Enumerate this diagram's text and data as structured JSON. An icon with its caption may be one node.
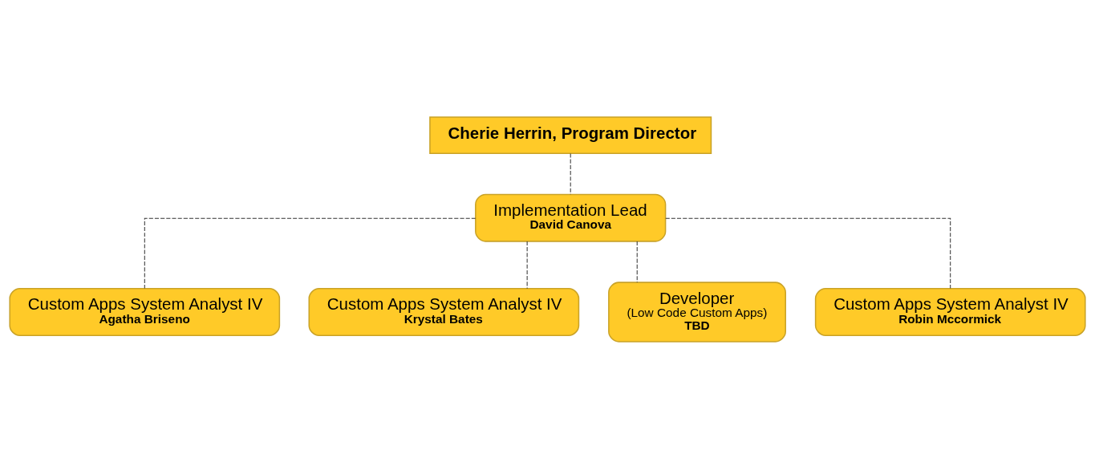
{
  "diagram": {
    "nodes": [
      {
        "text": [
          "Cherie Herrin, Program Director"
        ]
      },
      {
        "text": [
          "Implementation Lead",
          "David Canova"
        ]
      },
      {
        "text": [
          "Custom Apps System Analyst IV",
          "Agatha Briseno"
        ]
      },
      {
        "text": [
          "Custom Apps System Analyst IV",
          "Krystal Bates"
        ]
      },
      {
        "text": [
          "Developer",
          "(Low Code Custom Apps)",
          "TBD"
        ]
      },
      {
        "text": [
          "Custom Apps System Analyst IV",
          "Robin Mccormick"
        ]
      }
    ],
    "edges": [
      {
        "from": 0,
        "to": 1,
        "arrow": "none",
        "style": "dashed"
      },
      {
        "from": 1,
        "to": 2,
        "arrow": "none",
        "style": "dashed"
      },
      {
        "from": 1,
        "to": 3,
        "arrow": "none",
        "style": "dashed"
      },
      {
        "from": 1,
        "to": 4,
        "arrow": "none",
        "style": "dashed"
      },
      {
        "from": 1,
        "to": 5,
        "arrow": "none",
        "style": "dashed"
      }
    ]
  }
}
